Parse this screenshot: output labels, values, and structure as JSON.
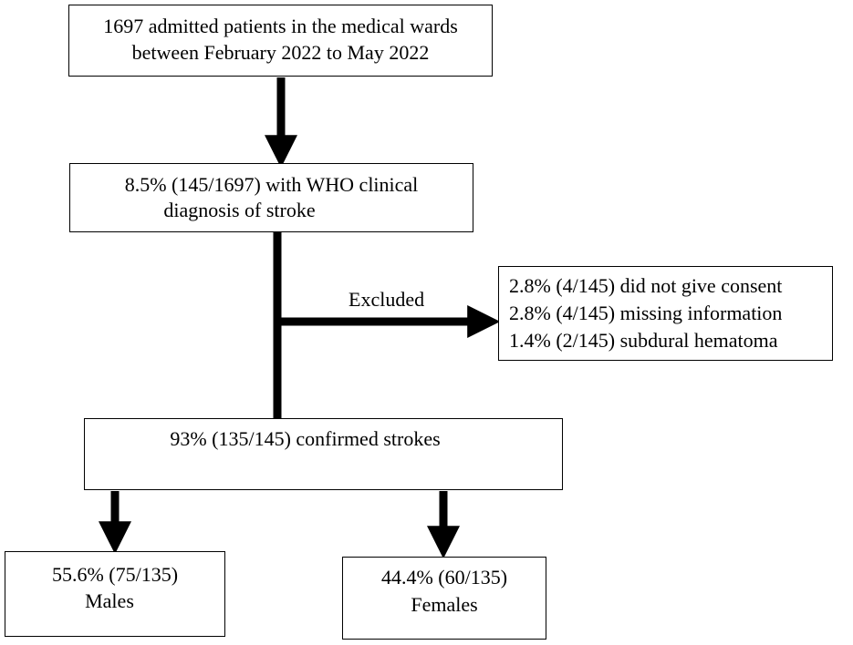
{
  "boxes": {
    "admitted": {
      "line1": "1697 admitted patients in the medical wards",
      "line2": "between February 2022 to May 2022"
    },
    "diagnosis": {
      "line1": "8.5% (145/1697) with WHO clinical",
      "line2": "diagnosis of stroke"
    },
    "excluded_reasons": {
      "line1": "2.8% (4/145) did not give consent",
      "line2": "2.8% (4/145) missing information",
      "line3": "1.4% (2/145) subdural hematoma"
    },
    "confirmed": {
      "line1": "93% (135/145) confirmed strokes"
    },
    "males": {
      "line1": "55.6% (75/135)",
      "line2": "Males"
    },
    "females": {
      "line1": "44.4% (60/135)",
      "line2": "Females"
    }
  },
  "labels": {
    "excluded": "Excluded"
  },
  "colors": {
    "stroke": "#000000",
    "background": "#ffffff"
  }
}
